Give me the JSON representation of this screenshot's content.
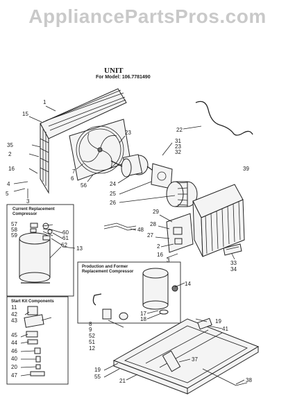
{
  "watermark": "AppliancePartsPros.com",
  "title": "UNIT",
  "model_line": "For Model: 106.7781490",
  "boxes": {
    "current": [
      "Current Replacement",
      "Compressor"
    ],
    "production": [
      "Production and Former",
      "Replacement Compressor"
    ],
    "start_kit": "Start Kit Components"
  },
  "callouts": [
    {
      "id": "c1",
      "text": "1"
    },
    {
      "id": "c15",
      "text": "15"
    },
    {
      "id": "c35",
      "text": "35"
    },
    {
      "id": "c2a",
      "text": "2"
    },
    {
      "id": "c16a",
      "text": "16"
    },
    {
      "id": "c4",
      "text": "4"
    },
    {
      "id": "c5",
      "text": "5"
    },
    {
      "id": "c3a",
      "text": "3"
    },
    {
      "id": "c7",
      "text": "7"
    },
    {
      "id": "c6",
      "text": "6"
    },
    {
      "id": "c56",
      "text": "56"
    },
    {
      "id": "c23a",
      "text": "23"
    },
    {
      "id": "c22",
      "text": "22"
    },
    {
      "id": "c31",
      "text": "31"
    },
    {
      "id": "c23b",
      "text": "23"
    },
    {
      "id": "c32",
      "text": "32"
    },
    {
      "id": "c39",
      "text": "39"
    },
    {
      "id": "c24",
      "text": "24"
    },
    {
      "id": "c25",
      "text": "25"
    },
    {
      "id": "c26",
      "text": "26"
    },
    {
      "id": "c29",
      "text": "29"
    },
    {
      "id": "c28",
      "text": "28"
    },
    {
      "id": "c27",
      "text": "27"
    },
    {
      "id": "c2b",
      "text": "2"
    },
    {
      "id": "c16b",
      "text": "16"
    },
    {
      "id": "c3b",
      "text": "3"
    },
    {
      "id": "c48",
      "text": "48"
    },
    {
      "id": "c33",
      "text": "33"
    },
    {
      "id": "c34",
      "text": "34"
    },
    {
      "id": "c57",
      "text": "57"
    },
    {
      "id": "c58",
      "text": "58"
    },
    {
      "id": "c59",
      "text": "59"
    },
    {
      "id": "c60",
      "text": "60"
    },
    {
      "id": "c61",
      "text": "61"
    },
    {
      "id": "c62",
      "text": "62"
    },
    {
      "id": "c13",
      "text": "13"
    },
    {
      "id": "c14",
      "text": "14"
    },
    {
      "id": "c17",
      "text": "17"
    },
    {
      "id": "c18",
      "text": "18"
    },
    {
      "id": "c19a",
      "text": "19"
    },
    {
      "id": "c41",
      "text": "41"
    },
    {
      "id": "c11",
      "text": "11"
    },
    {
      "id": "c42",
      "text": "42"
    },
    {
      "id": "c43",
      "text": "43"
    },
    {
      "id": "c45",
      "text": "45"
    },
    {
      "id": "c44",
      "text": "44"
    },
    {
      "id": "c46",
      "text": "46"
    },
    {
      "id": "c40",
      "text": "40"
    },
    {
      "id": "c20",
      "text": "20"
    },
    {
      "id": "c47",
      "text": "47"
    },
    {
      "id": "c8",
      "text": "8"
    },
    {
      "id": "c9",
      "text": "9"
    },
    {
      "id": "c52",
      "text": "52"
    },
    {
      "id": "c51",
      "text": "51"
    },
    {
      "id": "c12",
      "text": "12"
    },
    {
      "id": "c19b",
      "text": "19"
    },
    {
      "id": "c55",
      "text": "55"
    },
    {
      "id": "c21",
      "text": "21"
    },
    {
      "id": "c37",
      "text": "37"
    },
    {
      "id": "c38",
      "text": "38"
    }
  ]
}
